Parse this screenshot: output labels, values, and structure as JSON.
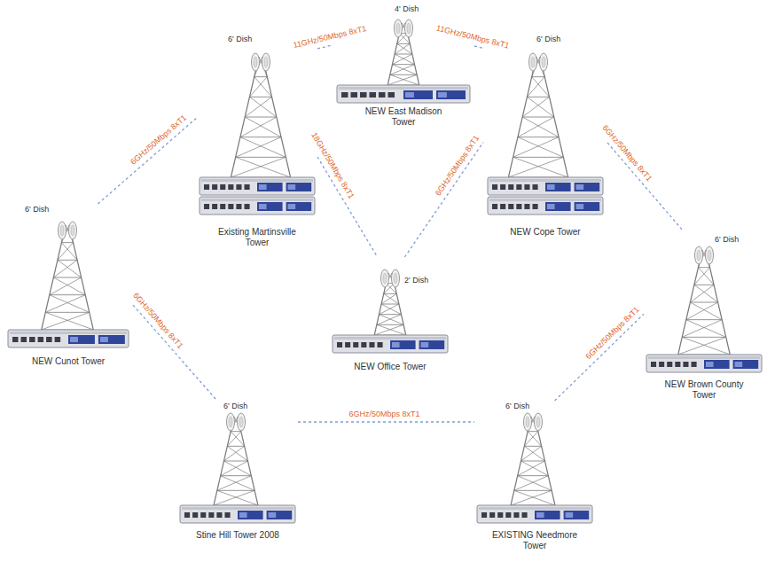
{
  "diagram": {
    "nodes": [
      {
        "text": [
          "4' Dish",
          "NEW East Madison Tower"
        ]
      },
      {
        "text": [
          "6' Dish",
          "Existing Martinsville Tower"
        ]
      },
      {
        "text": [
          "6' Dish",
          "NEW Cope Tower"
        ]
      },
      {
        "text": [
          "6' Dish",
          "NEW Cunot Tower"
        ]
      },
      {
        "text": [
          "2' Dish",
          "NEW Office Tower"
        ]
      },
      {
        "text": [
          "6' Dish",
          "NEW Brown County Tower"
        ]
      },
      {
        "text": [
          "6' Dish",
          "Stine Hill Tower 2008"
        ]
      },
      {
        "text": [
          "6' Dish",
          "EXISTING Needmore Tower"
        ]
      }
    ],
    "edges": [
      {
        "from": 3,
        "to": 1,
        "label": "6GHz/50Mbps 8xT1",
        "arrow": "none"
      },
      {
        "from": 1,
        "to": 0,
        "label": "11GHz/50Mbps 8xT1",
        "arrow": "none"
      },
      {
        "from": 0,
        "to": 2,
        "label": "11GHz/50Mbps 8xT1",
        "arrow": "none"
      },
      {
        "from": 1,
        "to": 4,
        "label": "18GHz/50Mbps 8xT1",
        "arrow": "none"
      },
      {
        "from": 4,
        "to": 2,
        "label": "6GHz/50Mbps 8xT1",
        "arrow": "none"
      },
      {
        "from": 2,
        "to": 5,
        "label": "6GHz/50Mbps 8xT1",
        "arrow": "none"
      },
      {
        "from": 3,
        "to": 6,
        "label": "6GHz/50Mbps 8xT1",
        "arrow": "none"
      },
      {
        "from": 6,
        "to": 7,
        "label": "6GHz/50Mbps 8xT1",
        "arrow": "none"
      },
      {
        "from": 7,
        "to": 5,
        "label": "6GHz/50Mbps 8xT1",
        "arrow": "none"
      }
    ]
  }
}
